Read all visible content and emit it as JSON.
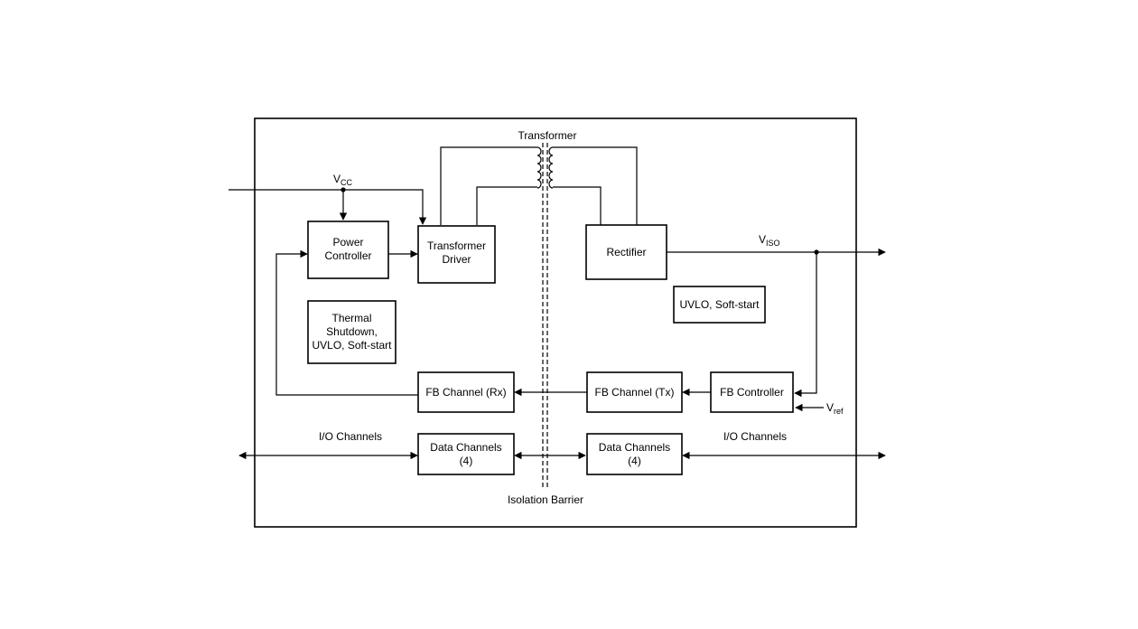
{
  "blocks": {
    "power_controller": [
      "Power",
      "Controller"
    ],
    "transformer_driver": [
      "Transformer",
      "Driver"
    ],
    "rectifier": "Rectifier",
    "thermal": [
      "Thermal",
      "Shutdown,",
      "UVLO, Soft-start"
    ],
    "uvlo_right": "UVLO, Soft-start",
    "fb_rx": "FB Channel (Rx)",
    "fb_tx": "FB Channel (Tx)",
    "fb_controller": "FB Controller",
    "data_left": [
      "Data Channels",
      "(4)"
    ],
    "data_right": [
      "Data Channels",
      "(4)"
    ]
  },
  "labels": {
    "transformer": "Transformer",
    "vcc_main": "V",
    "vcc_sub": "CC",
    "viso_main": "V",
    "viso_sub": "ISO",
    "vref_main": "V",
    "vref_sub": "ref",
    "io_left": "I/O Channels",
    "io_right": "I/O Channels",
    "isolation_barrier": "Isolation Barrier"
  }
}
